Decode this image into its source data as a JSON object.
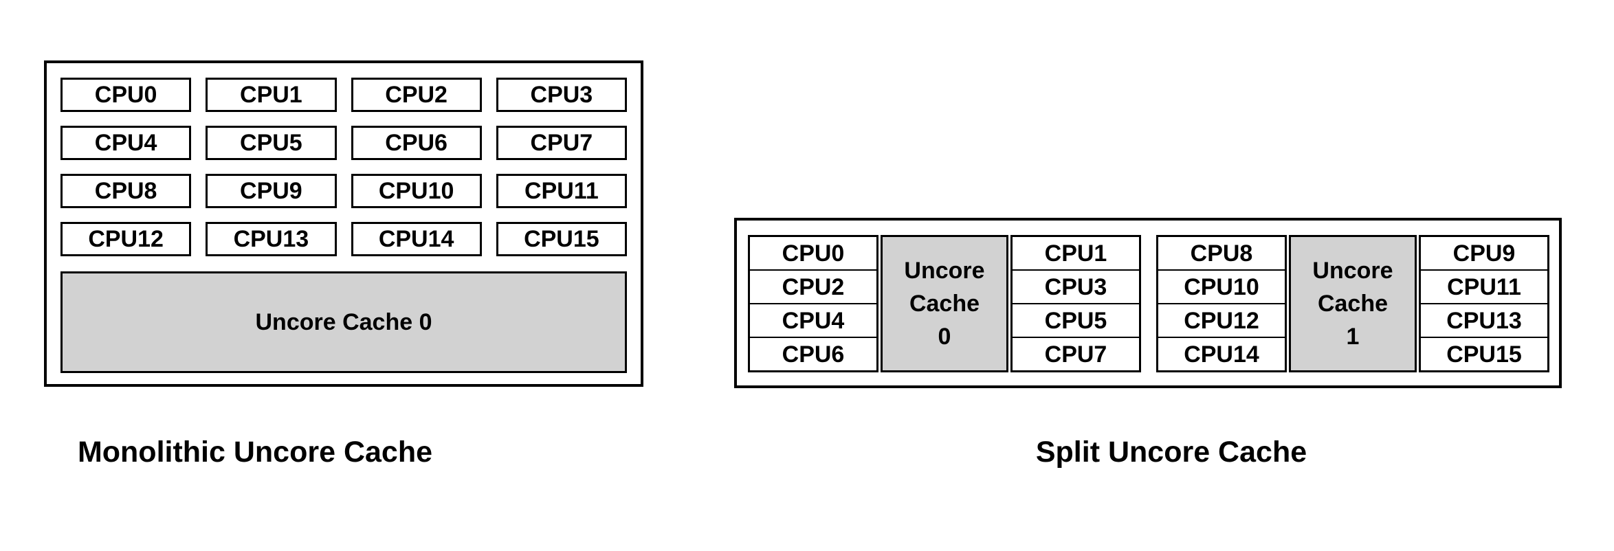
{
  "diagrams": {
    "monolithic": {
      "caption": "Monolithic Uncore Cache",
      "cpus": [
        "CPU0",
        "CPU1",
        "CPU2",
        "CPU3",
        "CPU4",
        "CPU5",
        "CPU6",
        "CPU7",
        "CPU8",
        "CPU9",
        "CPU10",
        "CPU11",
        "CPU12",
        "CPU13",
        "CPU14",
        "CPU15"
      ],
      "cache_label": "Uncore Cache 0"
    },
    "split": {
      "caption": "Split Uncore Cache",
      "groups": [
        {
          "left_cpus": [
            "CPU0",
            "CPU2",
            "CPU4",
            "CPU6"
          ],
          "cache_lines": [
            "Uncore",
            "Cache",
            "0"
          ],
          "right_cpus": [
            "CPU1",
            "CPU3",
            "CPU5",
            "CPU7"
          ]
        },
        {
          "left_cpus": [
            "CPU8",
            "CPU10",
            "CPU12",
            "CPU14"
          ],
          "cache_lines": [
            "Uncore",
            "Cache",
            "1"
          ],
          "right_cpus": [
            "CPU9",
            "CPU11",
            "CPU13",
            "CPU15"
          ]
        }
      ]
    }
  },
  "colors": {
    "cache_fill": "#d2d2d2",
    "border": "#000000",
    "background": "#ffffff",
    "text": "#000000"
  }
}
